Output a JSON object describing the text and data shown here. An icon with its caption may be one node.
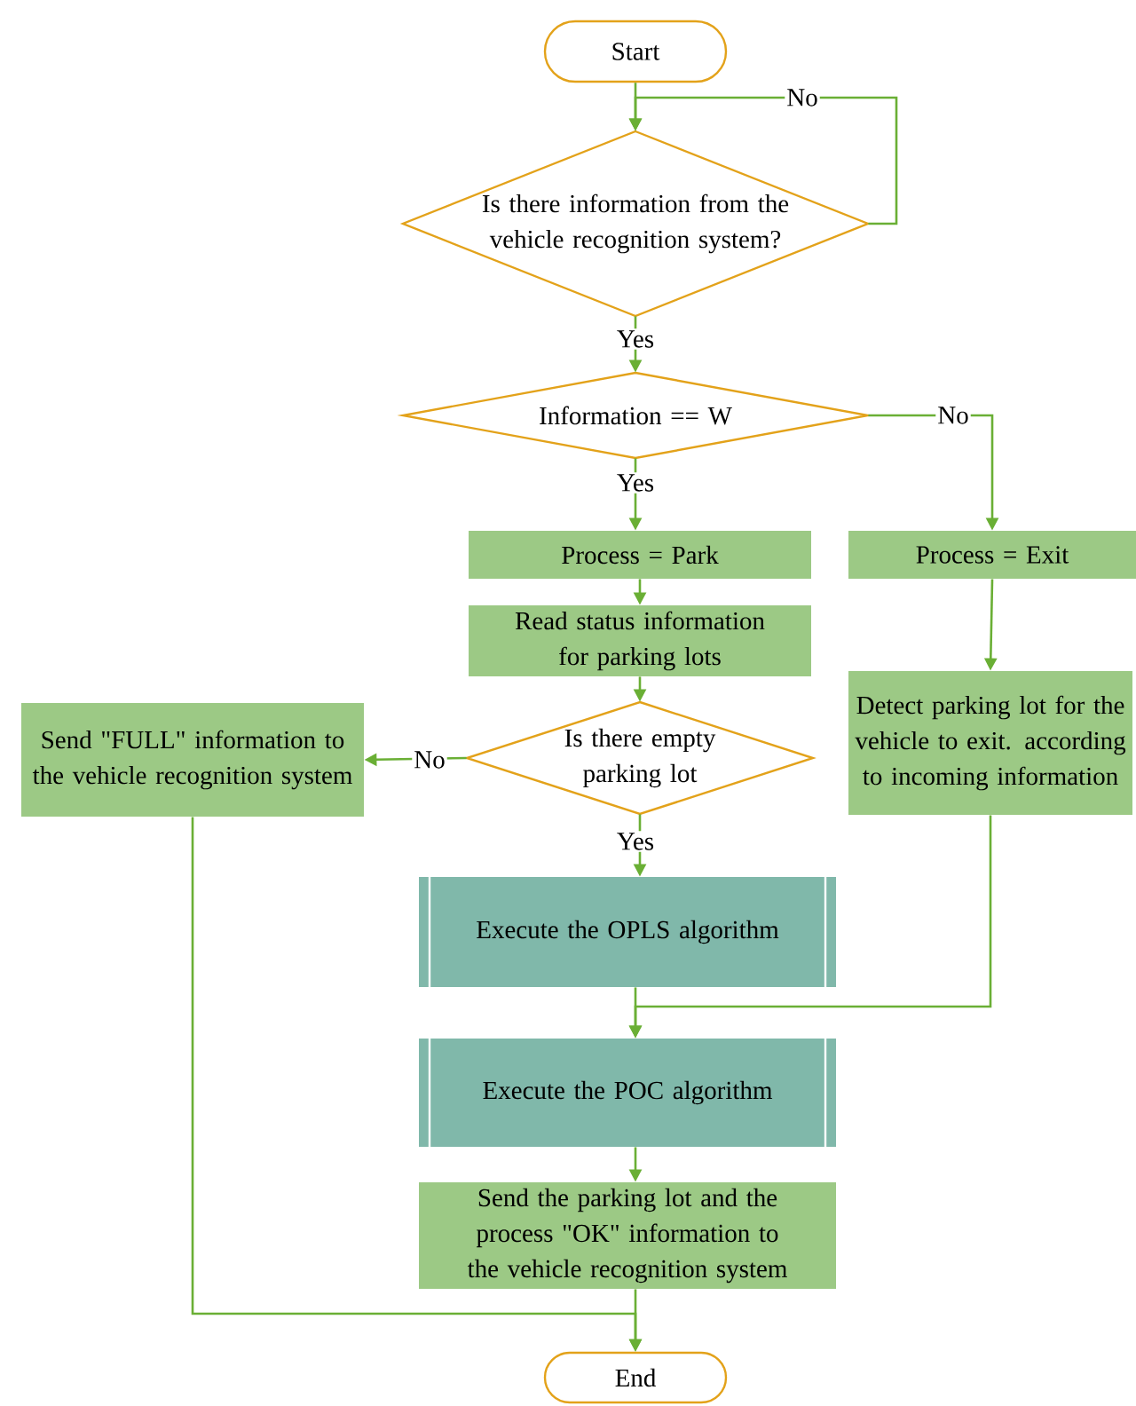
{
  "diagram": {
    "nodes": [
      {
        "text": [
          "Start"
        ]
      },
      {
        "text": [
          "Is there information from the vehicle recognition system?"
        ]
      },
      {
        "text": [
          "Information == W"
        ]
      },
      {
        "text": [
          "Process = Park"
        ]
      },
      {
        "text": [
          "Process = Exit"
        ]
      },
      {
        "text": [
          "Read status information for parking lots"
        ]
      },
      {
        "text": [
          "Send \"FULL\" information to the vehicle recognition system"
        ]
      },
      {
        "text": [
          "Is there empty parking lot"
        ]
      },
      {
        "text": [
          "Detect parking lot for the vehicle to exit. according to incoming information"
        ]
      },
      {
        "text": [
          "Execute the OPLS algorithm"
        ]
      },
      {
        "text": [
          "Execute the POC algorithm"
        ]
      },
      {
        "text": [
          "Send the parking lot and the process \"OK\" information to the vehicle recognition system"
        ]
      },
      {
        "text": [
          "End"
        ]
      }
    ],
    "edges": [
      {
        "from": 0,
        "to": 1,
        "arrow": "to"
      },
      {
        "from": 1,
        "to": 1,
        "arrow": "to",
        "label": "No"
      },
      {
        "from": 1,
        "to": 2,
        "arrow": "to",
        "label": "Yes"
      },
      {
        "from": 2,
        "to": 3,
        "arrow": "to",
        "label": "Yes"
      },
      {
        "from": 2,
        "to": 4,
        "arrow": "to",
        "label": "No"
      },
      {
        "from": 3,
        "to": 5,
        "arrow": "to"
      },
      {
        "from": 5,
        "to": 7,
        "arrow": "to"
      },
      {
        "from": 7,
        "to": 6,
        "arrow": "to",
        "label": "No"
      },
      {
        "from": 7,
        "to": 9,
        "arrow": "to",
        "label": "Yes"
      },
      {
        "from": 4,
        "to": 8,
        "arrow": "to"
      },
      {
        "from": 8,
        "to": 10,
        "arrow": "to"
      },
      {
        "from": 9,
        "to": 10,
        "arrow": "to"
      },
      {
        "from": 10,
        "to": 11,
        "arrow": "to"
      },
      {
        "from": 6,
        "to": 12,
        "arrow": "to"
      },
      {
        "from": 11,
        "to": 12,
        "arrow": "to"
      }
    ]
  }
}
